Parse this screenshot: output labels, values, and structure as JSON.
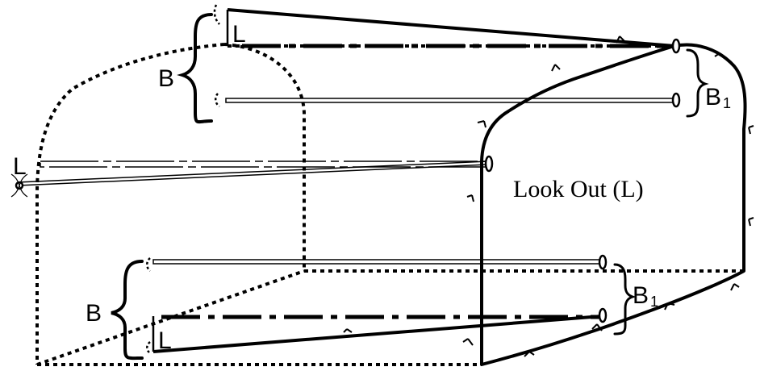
{
  "labels": {
    "lookout": "Look Out (L)",
    "l_left": "L",
    "l_top": "L",
    "l_bottom": "L",
    "b_top": "B",
    "b_bottom": "B",
    "b1_top": "B",
    "b1_top_sub": "1",
    "b1_bottom": "B",
    "b1_bottom_sub": "1"
  },
  "colors": {
    "ink": "#000000",
    "background": "#ffffff"
  }
}
